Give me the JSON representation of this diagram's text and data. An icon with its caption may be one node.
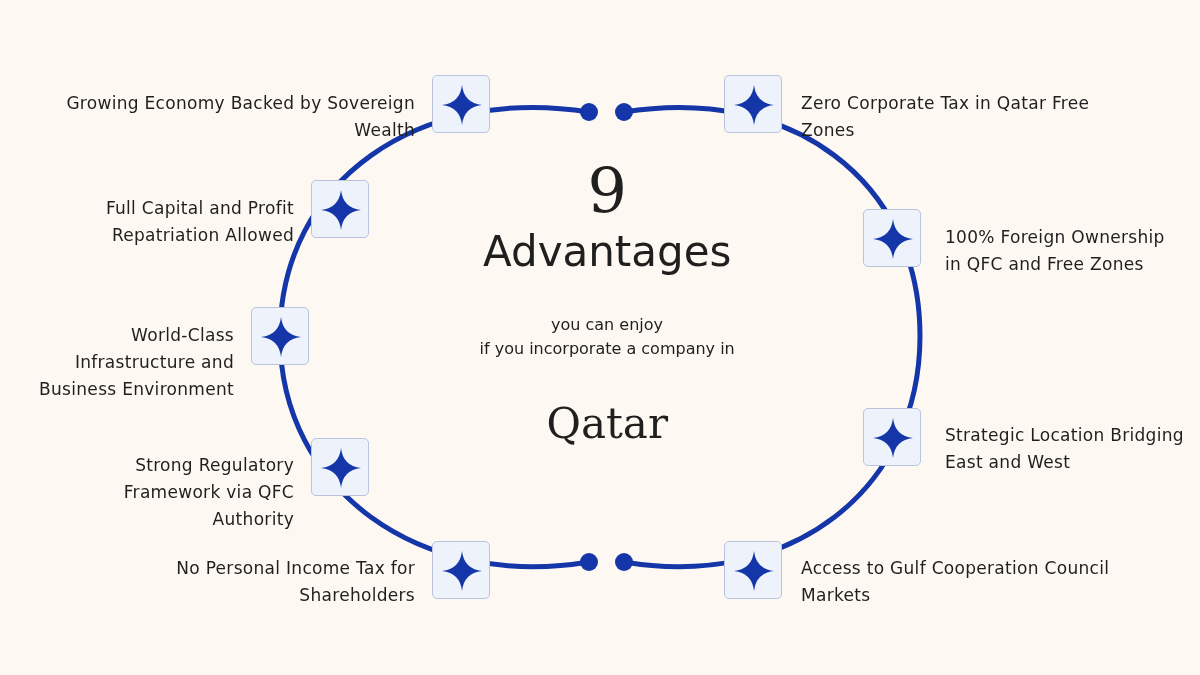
{
  "diagram": {
    "nodes": [
      {
        "text": [],
        "shape": "box",
        "beside": [
          "Growing Economy Backed by Sovereign Wealth"
        ]
      },
      {
        "text": [],
        "shape": "box",
        "beside": [
          "Zero Corporate Tax in Qatar Free Zones"
        ]
      },
      {
        "text": [],
        "shape": "box",
        "beside": [
          "Full Capital and Profit Repatriation Allowed"
        ]
      },
      {
        "text": [],
        "shape": "box",
        "beside": [
          "100% Foreign Ownership in QFC and Free Zones"
        ]
      },
      {
        "text": [],
        "shape": "box",
        "beside": [
          "World-Class Infrastructure and Business Environment"
        ]
      },
      {
        "text": [],
        "shape": "box",
        "beside": [
          "Strategic Location Bridging East and West"
        ]
      },
      {
        "text": [],
        "shape": "box",
        "beside": [
          "Strong Regulatory Framework via QFC Authority"
        ]
      },
      {
        "text": [],
        "shape": "box",
        "beside": [
          "No Personal Income Tax for Shareholders"
        ]
      },
      {
        "text": [],
        "shape": "box",
        "beside": [
          "Access to Gulf Cooperation Council Markets"
        ]
      }
    ],
    "labels": [
      "9",
      "Advantages",
      "you can enjoy",
      "if you incorporate a company in",
      "Qatar"
    ]
  }
}
